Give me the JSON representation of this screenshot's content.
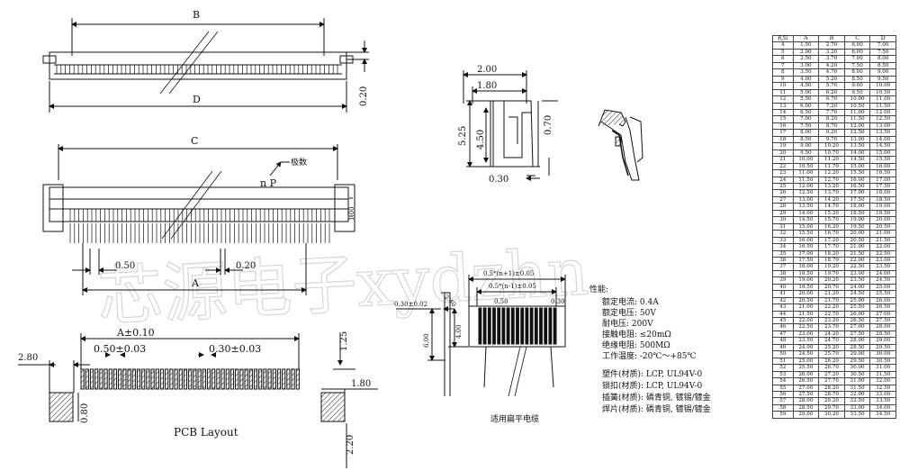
{
  "watermark": "芯源电子xydzhn",
  "top_view": {
    "label_b": "B",
    "label_d": "D",
    "dim_020": "0.20"
  },
  "front_view": {
    "label_c": "C",
    "label_a": "A",
    "label_np": "n P",
    "label_pins": "极数",
    "dim_050": "0.50",
    "dim_020": "0.20",
    "dim_side": "1.00"
  },
  "pcb_layout": {
    "title": "PCB Layout",
    "dim_a": "A±0.10",
    "dim_pitch": "0.50±0.03",
    "dim_pad": "0.30±0.03",
    "dim_280": "2.80",
    "dim_125": "1.25",
    "dim_080": "0.80",
    "dim_180": "1.80",
    "dim_220": "2.20"
  },
  "side_view": {
    "dim_200": "2.00",
    "dim_180": "1.80",
    "dim_525": "5.25",
    "dim_450": "4.50",
    "dim_070": "0.70",
    "dim_030": "0.30"
  },
  "cable": {
    "caption": "适用扁平电缆",
    "dim_top": "0.5*(n+1)±0.05",
    "dim_mid": "0.5*(n-1)±0.05",
    "dim_050": "0.50",
    "dim_030": "0.30",
    "dim_thick": "0.30±0.02",
    "dim_240": "2.40",
    "dim_600": "6.00",
    "dim_400": "4.00"
  },
  "properties": {
    "heading": "性能:",
    "lines": [
      "额定电流: 0.4A",
      "额定电压: 50V",
      "耐电压: 200V",
      "接触电阻: ≤20mΩ",
      "绝缘电阻: 500MΩ",
      "工作温度: -20℃～+85℃"
    ],
    "materials": [
      "塑件(材质): LCP, UL94V-0",
      "锁扣(材质): LCP, UL94V-0",
      "插簧(材质): 磷青铜, 镀锡/镀金",
      "焊片(材质): 磷青铜, 镀锡/镀金"
    ]
  },
  "table": {
    "headers": [
      "孔位",
      "A",
      "B",
      "C",
      "D"
    ],
    "rows": [
      [
        "4",
        "1.50",
        "2.70",
        "6.00",
        "7.00"
      ],
      [
        "5",
        "2.00",
        "3.20",
        "6.00",
        "7.50"
      ],
      [
        "6",
        "2.50",
        "3.70",
        "7.00",
        "8.00"
      ],
      [
        "7",
        "3.00",
        "4.20",
        "7.50",
        "8.50"
      ],
      [
        "8",
        "3.50",
        "4.70",
        "8.00",
        "9.00"
      ],
      [
        "9",
        "4.00",
        "5.20",
        "8.50",
        "9.50"
      ],
      [
        "10",
        "4.50",
        "5.70",
        "9.00",
        "10.00"
      ],
      [
        "11",
        "5.00",
        "6.20",
        "9.50",
        "10.50"
      ],
      [
        "12",
        "5.50",
        "6.70",
        "10.00",
        "11.00"
      ],
      [
        "13",
        "6.00",
        "7.20",
        "10.50",
        "11.50"
      ],
      [
        "14",
        "6.50",
        "7.70",
        "11.00",
        "12.00"
      ],
      [
        "15",
        "7.00",
        "8.20",
        "11.50",
        "12.50"
      ],
      [
        "16",
        "7.50",
        "8.70",
        "12.00",
        "13.00"
      ],
      [
        "17",
        "8.00",
        "9.20",
        "12.50",
        "13.50"
      ],
      [
        "18",
        "8.50",
        "9.70",
        "13.00",
        "14.00"
      ],
      [
        "19",
        "9.00",
        "10.20",
        "13.50",
        "14.50"
      ],
      [
        "20",
        "9.50",
        "10.70",
        "14.00",
        "15.00"
      ],
      [
        "21",
        "10.00",
        "11.20",
        "14.50",
        "15.50"
      ],
      [
        "22",
        "10.50",
        "11.70",
        "15.00",
        "16.00"
      ],
      [
        "23",
        "11.00",
        "12.20",
        "15.50",
        "16.50"
      ],
      [
        "24",
        "11.50",
        "12.70",
        "16.00",
        "17.00"
      ],
      [
        "25",
        "12.00",
        "13.20",
        "16.50",
        "17.50"
      ],
      [
        "26",
        "12.50",
        "13.70",
        "17.00",
        "18.00"
      ],
      [
        "27",
        "13.00",
        "14.20",
        "17.50",
        "18.50"
      ],
      [
        "28",
        "13.50",
        "14.70",
        "18.00",
        "19.00"
      ],
      [
        "29",
        "14.00",
        "15.20",
        "18.50",
        "19.50"
      ],
      [
        "30",
        "14.50",
        "15.70",
        "19.00",
        "20.00"
      ],
      [
        "31",
        "15.00",
        "16.20",
        "19.50",
        "20.50"
      ],
      [
        "32",
        "15.50",
        "16.70",
        "20.00",
        "21.00"
      ],
      [
        "33",
        "16.00",
        "17.20",
        "20.50",
        "21.50"
      ],
      [
        "34",
        "16.50",
        "17.70",
        "21.00",
        "22.00"
      ],
      [
        "35",
        "17.00",
        "18.20",
        "21.50",
        "22.50"
      ],
      [
        "36",
        "17.50",
        "18.70",
        "22.00",
        "23.00"
      ],
      [
        "37",
        "18.00",
        "19.20",
        "22.50",
        "23.50"
      ],
      [
        "38",
        "18.50",
        "19.70",
        "23.00",
        "24.00"
      ],
      [
        "39",
        "19.00",
        "20.20",
        "23.50",
        "24.50"
      ],
      [
        "40",
        "19.50",
        "20.70",
        "24.00",
        "25.00"
      ],
      [
        "41",
        "20.00",
        "21.20",
        "24.50",
        "25.50"
      ],
      [
        "42",
        "20.50",
        "21.70",
        "25.00",
        "26.00"
      ],
      [
        "43",
        "21.00",
        "22.20",
        "25.50",
        "26.50"
      ],
      [
        "44",
        "21.50",
        "22.70",
        "26.00",
        "27.00"
      ],
      [
        "45",
        "22.00",
        "23.20",
        "26.50",
        "27.50"
      ],
      [
        "46",
        "22.50",
        "23.70",
        "27.00",
        "28.00"
      ],
      [
        "47",
        "23.00",
        "24.20",
        "27.50",
        "28.50"
      ],
      [
        "48",
        "23.50",
        "24.70",
        "28.00",
        "29.00"
      ],
      [
        "49",
        "24.00",
        "25.20",
        "28.50",
        "29.50"
      ],
      [
        "50",
        "24.50",
        "25.70",
        "29.00",
        "30.00"
      ],
      [
        "51",
        "25.00",
        "26.20",
        "29.50",
        "30.50"
      ],
      [
        "52",
        "25.50",
        "26.70",
        "30.00",
        "31.00"
      ],
      [
        "53",
        "26.00",
        "27.20",
        "30.50",
        "31.50"
      ],
      [
        "54",
        "26.50",
        "27.70",
        "31.00",
        "32.00"
      ],
      [
        "55",
        "27.00",
        "28.20",
        "31.50",
        "32.50"
      ],
      [
        "56",
        "27.50",
        "28.70",
        "32.00",
        "33.00"
      ],
      [
        "57",
        "28.00",
        "29.20",
        "32.50",
        "33.50"
      ],
      [
        "58",
        "28.50",
        "29.70",
        "33.00",
        "34.00"
      ],
      [
        "59",
        "29.00",
        "30.20",
        "33.50",
        "34.50"
      ]
    ]
  }
}
